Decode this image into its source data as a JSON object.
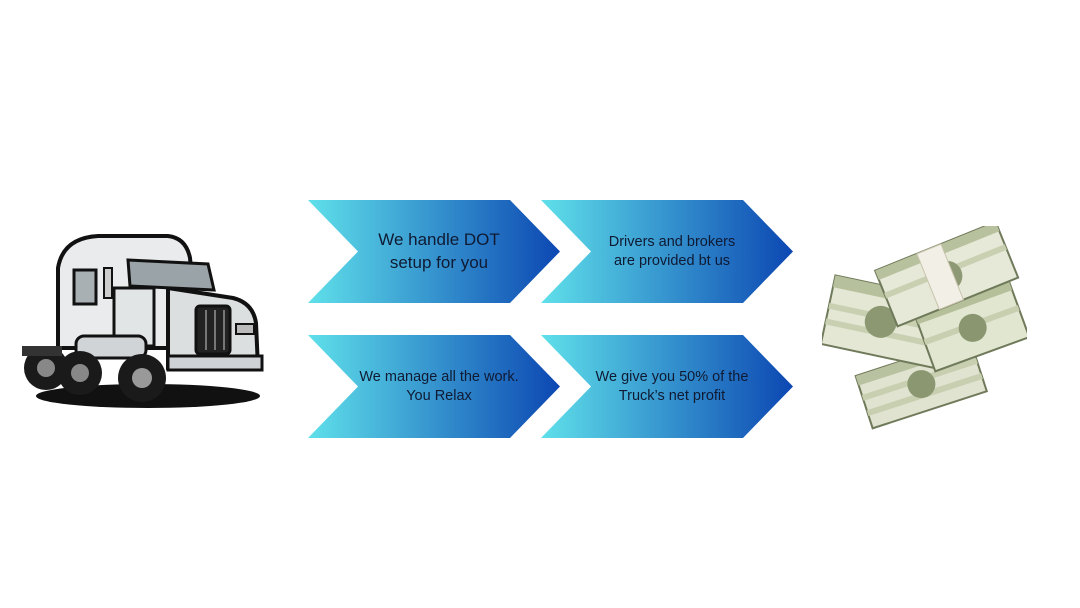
{
  "colors": {
    "gradient_start": "#5fe0ea",
    "gradient_end": "#0c47b2",
    "text": "#0f1a33"
  },
  "steps": [
    {
      "text": "We handle DOT\nsetup for you"
    },
    {
      "text": "Drivers and brokers\nare provided bt us"
    },
    {
      "text": "We manage all the work.\nYou Relax"
    },
    {
      "text": "We give you 50% of the\nTruck’s net profit"
    }
  ],
  "images": {
    "left": "semi-truck-illustration",
    "right": "money-stack-photo"
  }
}
